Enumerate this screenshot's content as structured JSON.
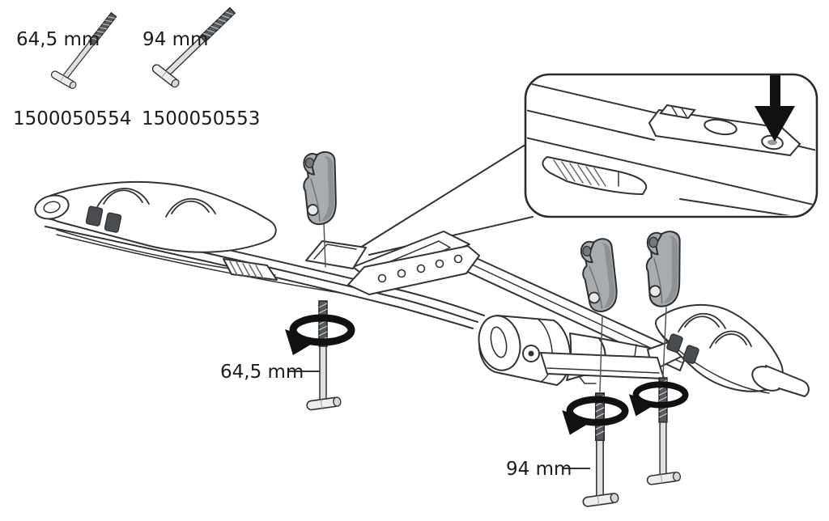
{
  "diagram": {
    "kind": "assembly-instruction-diagram",
    "parts_list": {
      "items": [
        {
          "length_label": "64,5 mm",
          "part_number": "1500050554",
          "icon": "t-bolt-icon"
        },
        {
          "length_label": "94 mm",
          "part_number": "1500050553",
          "icon": "t-bolt-icon"
        }
      ]
    },
    "annotations": {
      "middle_screw_label": "64,5 mm",
      "rear_screw_label": "94 mm"
    },
    "icons": {
      "callout_arrow": "down-arrow-icon",
      "screw_rotation": "rotate-screw-arrow-icon"
    },
    "colors": {
      "background": "#ffffff",
      "line_art": "#333333",
      "solid_black": "#111111",
      "knob_gray": "#a9acaf",
      "thread_gray": "#565a5d",
      "shaft_gray": "#dfe1e2"
    }
  }
}
